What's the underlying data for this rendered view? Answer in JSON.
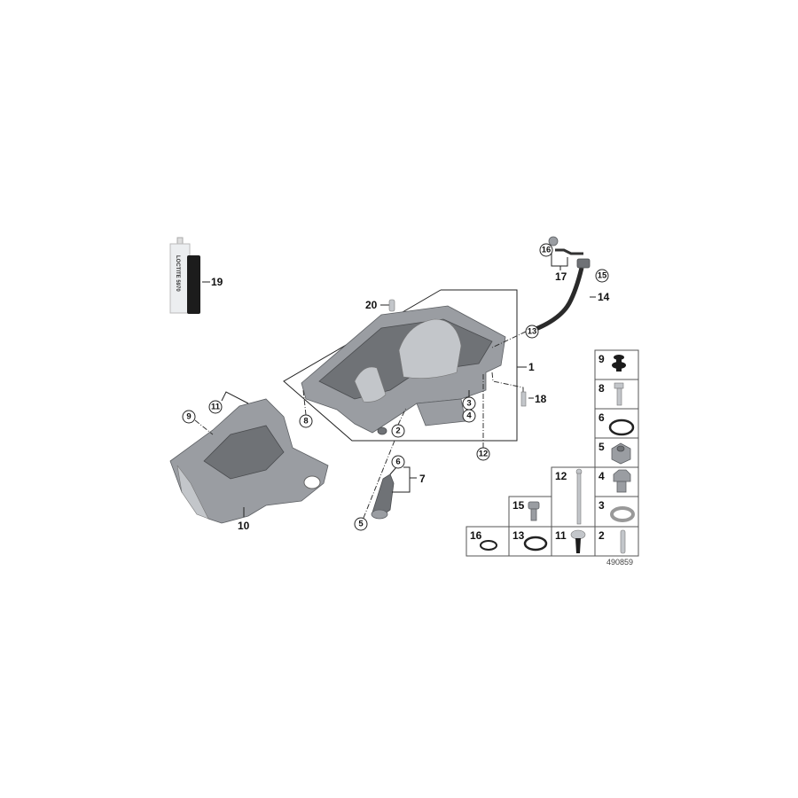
{
  "diagram": {
    "reference_number": "490859",
    "cartridge_logo_text": "LOCTITE 5970",
    "callouts": {
      "c1": "1",
      "c2": "2",
      "c3": "3",
      "c4": "4",
      "c5": "5",
      "c6": "6",
      "c7": "7",
      "c8": "8",
      "c9": "9",
      "c10": "10",
      "c11": "11",
      "c12": "12",
      "c13": "13",
      "c14": "14",
      "c15": "15",
      "c16": "16",
      "c17": "17",
      "c18": "18",
      "c19": "19",
      "c20": "20"
    },
    "parts_grid": [
      {
        "label": "9",
        "part": "clip"
      },
      {
        "label": "8",
        "part": "bolt"
      },
      {
        "label": "6",
        "part": "o-ring"
      },
      {
        "label": "5",
        "part": "collar-nut"
      },
      {
        "label": "4",
        "part": "drain-plug"
      },
      {
        "label": "3",
        "part": "seal-ring"
      },
      {
        "label": "2",
        "part": "stud"
      },
      {
        "label": "12",
        "part": "long-bolt"
      },
      {
        "label": "11",
        "part": "expanding-rivet"
      },
      {
        "label": "15",
        "part": "hex-bolt"
      },
      {
        "label": "13",
        "part": "o-ring"
      },
      {
        "label": "16",
        "part": "o-ring"
      }
    ]
  }
}
